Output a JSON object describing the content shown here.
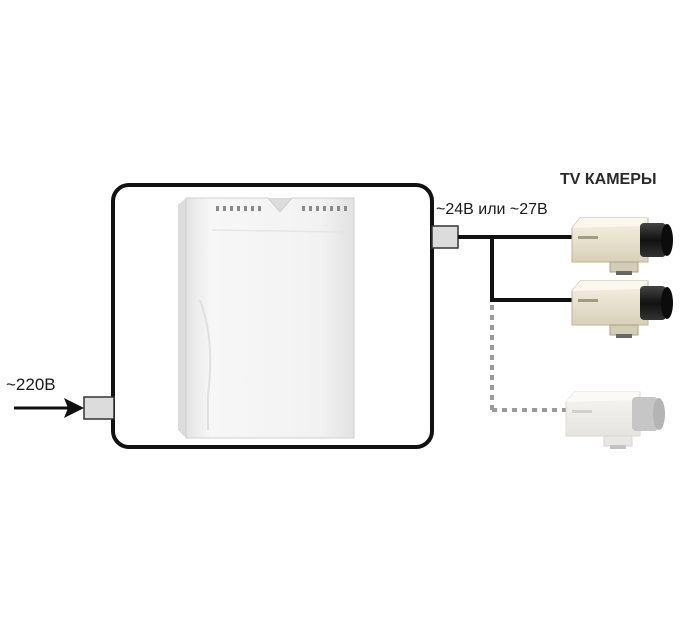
{
  "labels": {
    "input_voltage": "~220В",
    "output_voltage": "~24В или ~27В",
    "cameras_title": "TV КАМЕРЫ"
  },
  "devices": {
    "power_supply": "power-supply-unit",
    "cameras": [
      {
        "state": "active"
      },
      {
        "state": "active"
      },
      {
        "state": "optional"
      }
    ]
  },
  "colors": {
    "line": "#1a1a1a",
    "dotted_line": "#9a9a9a",
    "enclosure": "#f1f1f1",
    "camera_body": "#eee8d4",
    "camera_lens": "#1c1c1c",
    "connector": "#dcdcdc"
  }
}
